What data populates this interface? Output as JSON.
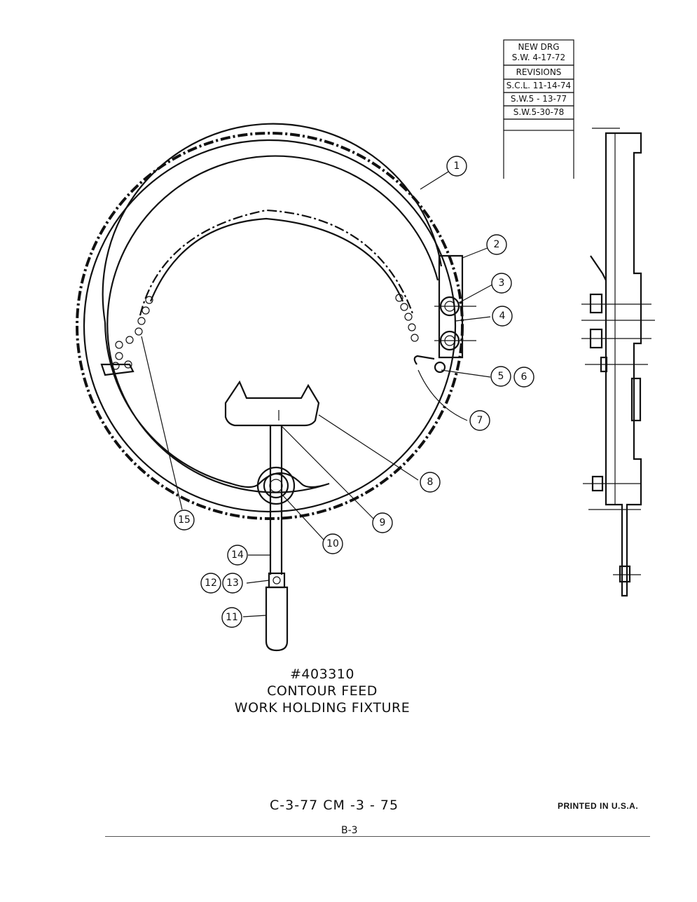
{
  "revision_block": {
    "header_line1": "NEW DRG",
    "header_line2": "S.W. 4-17-72",
    "revisions_label": "REVISIONS",
    "entries": [
      "S.C.L. 11-14-74",
      "S.W.5 - 13-77",
      "S.W.5-30-78"
    ]
  },
  "callouts": [
    "1",
    "2",
    "3",
    "4",
    "5",
    "6",
    "7",
    "8",
    "9",
    "10",
    "11",
    "12",
    "13",
    "14",
    "15"
  ],
  "title": {
    "part_number": "#403310",
    "line1": "CONTOUR FEED",
    "line2": "WORK HOLDING FIXTURE"
  },
  "footer": {
    "codes": "C-3-77 CM -3 - 75",
    "printed": "PRINTED IN U.S.A.",
    "page": "B-3"
  }
}
